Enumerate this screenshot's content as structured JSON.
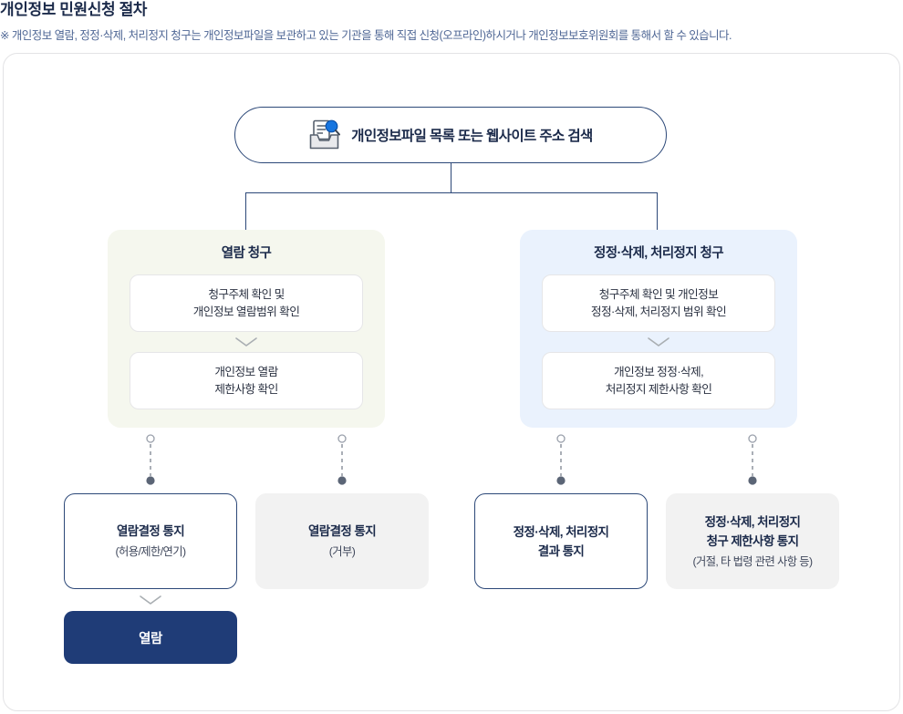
{
  "header": {
    "title": "개인정보 민원신청 절차",
    "note": "※ 개인정보 열람, 정정·삭제, 처리정지 청구는 개인정보파일을 보관하고 있는 기관을 통해 직접 신청(오프라인)하시거나 개인정보보호위원회를 통해서 할 수 있습니다."
  },
  "start": {
    "icon": "document-search-icon",
    "label": "개인정보파일 목록 또는 웹사이트 주소 검색"
  },
  "groups": [
    {
      "id": "read-request",
      "title": "열람 청구",
      "accent": "#f5f7ee",
      "steps": [
        {
          "line1": "청구주체 확인 및",
          "line2": "개인정보 열람범위 확인"
        },
        {
          "line1": "개인정보 열람",
          "line2": "제한사항 확인"
        }
      ]
    },
    {
      "id": "modify-request",
      "title": "정정·삭제, 처리정지 청구",
      "accent": "#eaf2fd",
      "steps": [
        {
          "line1": "청구주체 확인 및 개인정보",
          "line2": "정정·삭제, 처리정지 범위 확인"
        },
        {
          "line1": "개인정보 정정·삭제,",
          "line2": "처리정지 제한사항 확인"
        }
      ]
    }
  ],
  "results": [
    {
      "id": "read-decision-notice-approved",
      "style": "outlined",
      "line1": "열람결정 통지",
      "line2": "",
      "sub": "(허용/제한/연기)"
    },
    {
      "id": "read-decision-notice-rejected",
      "style": "filled",
      "line1": "열람결정 통지",
      "line2": "",
      "sub": "(거부)"
    },
    {
      "id": "modify-result-notice",
      "style": "outlined",
      "line1": "정정·삭제, 처리정지",
      "line2": "결과 통지",
      "sub": ""
    },
    {
      "id": "modify-restriction-notice",
      "style": "filled",
      "line1": "정정·삭제, 처리정지",
      "line2": "청구 제한사항 통지",
      "sub": "(거절, 타 법령 관련 사항 등)"
    }
  ],
  "cta": {
    "label": "열람"
  },
  "colors": {
    "navy": "#1f3c77",
    "line": "#2c4878",
    "green_panel": "#f5f7ee",
    "blue_panel": "#eaf2fd",
    "gray_panel": "#f2f2f2",
    "title": "#1b2a4a",
    "note": "#4f6795"
  }
}
